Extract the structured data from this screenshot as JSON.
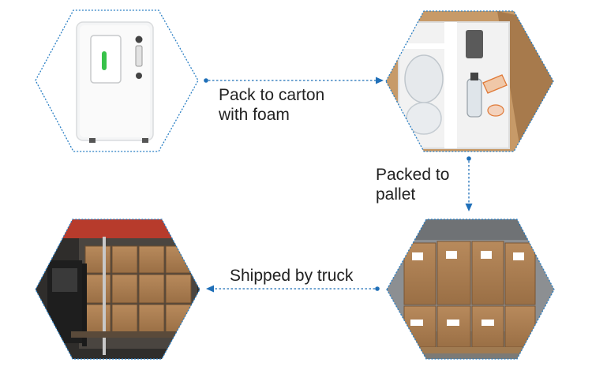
{
  "colors": {
    "arrow": "#1f6fb8",
    "hex_border": "#2a7fc4"
  },
  "steps": [
    {
      "image": "oxygen-concentrator-photo"
    },
    {
      "image": "carton-with-foam-photo"
    },
    {
      "image": "cartons-on-pallet-photo"
    },
    {
      "image": "truck-loading-photo"
    }
  ],
  "labels": {
    "carton_line1": "Pack to carton",
    "carton_line2": "with foam",
    "pallet_line1": "Packed to",
    "pallet_line2": "pallet",
    "truck": "Shipped by truck"
  }
}
